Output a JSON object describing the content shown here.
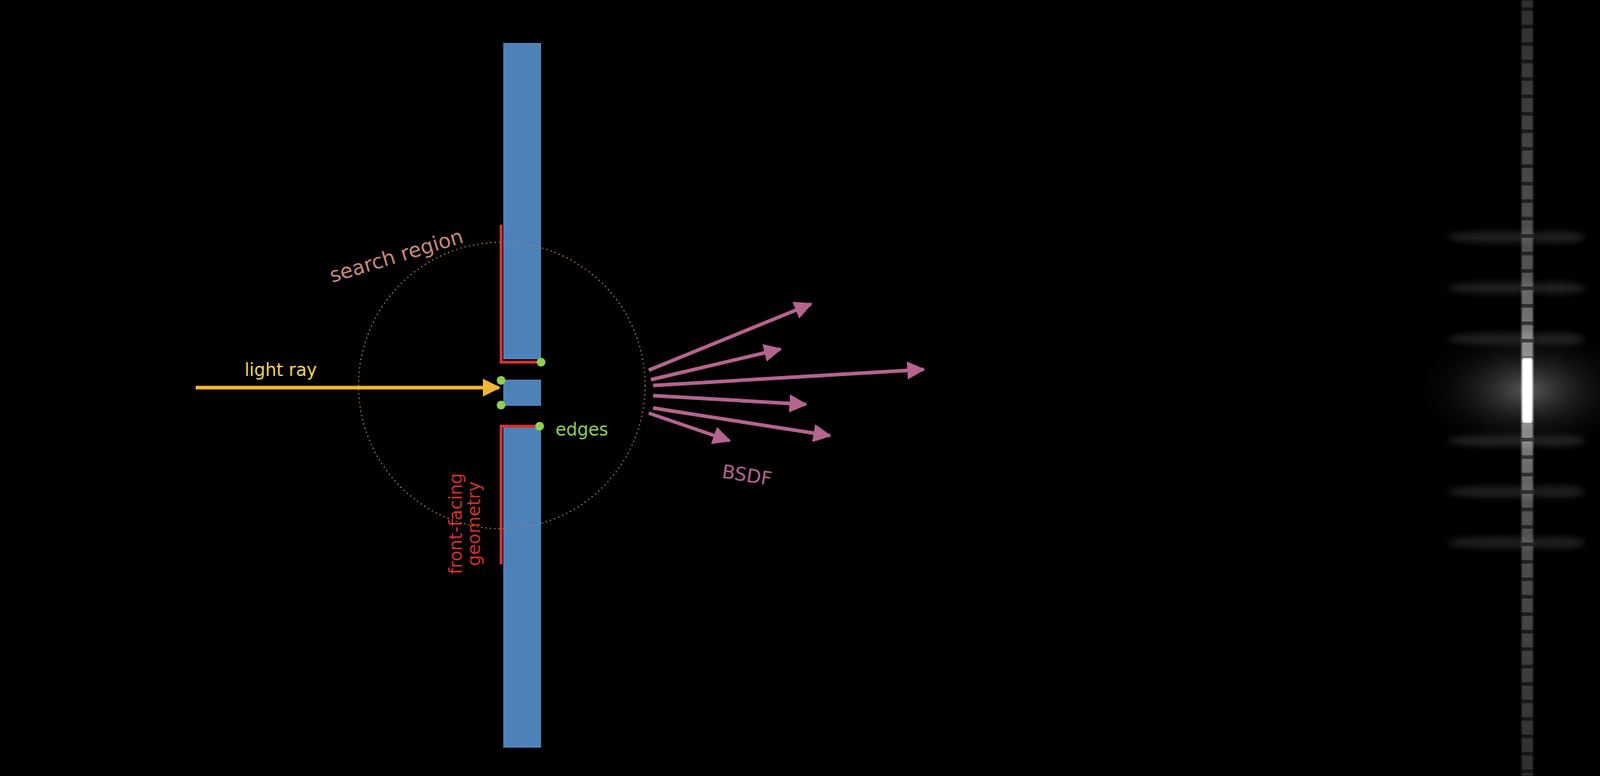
{
  "diagram": {
    "labels": [
      "search region",
      "light ray",
      "edges",
      "front-facing geometry",
      "BSDF"
    ]
  }
}
